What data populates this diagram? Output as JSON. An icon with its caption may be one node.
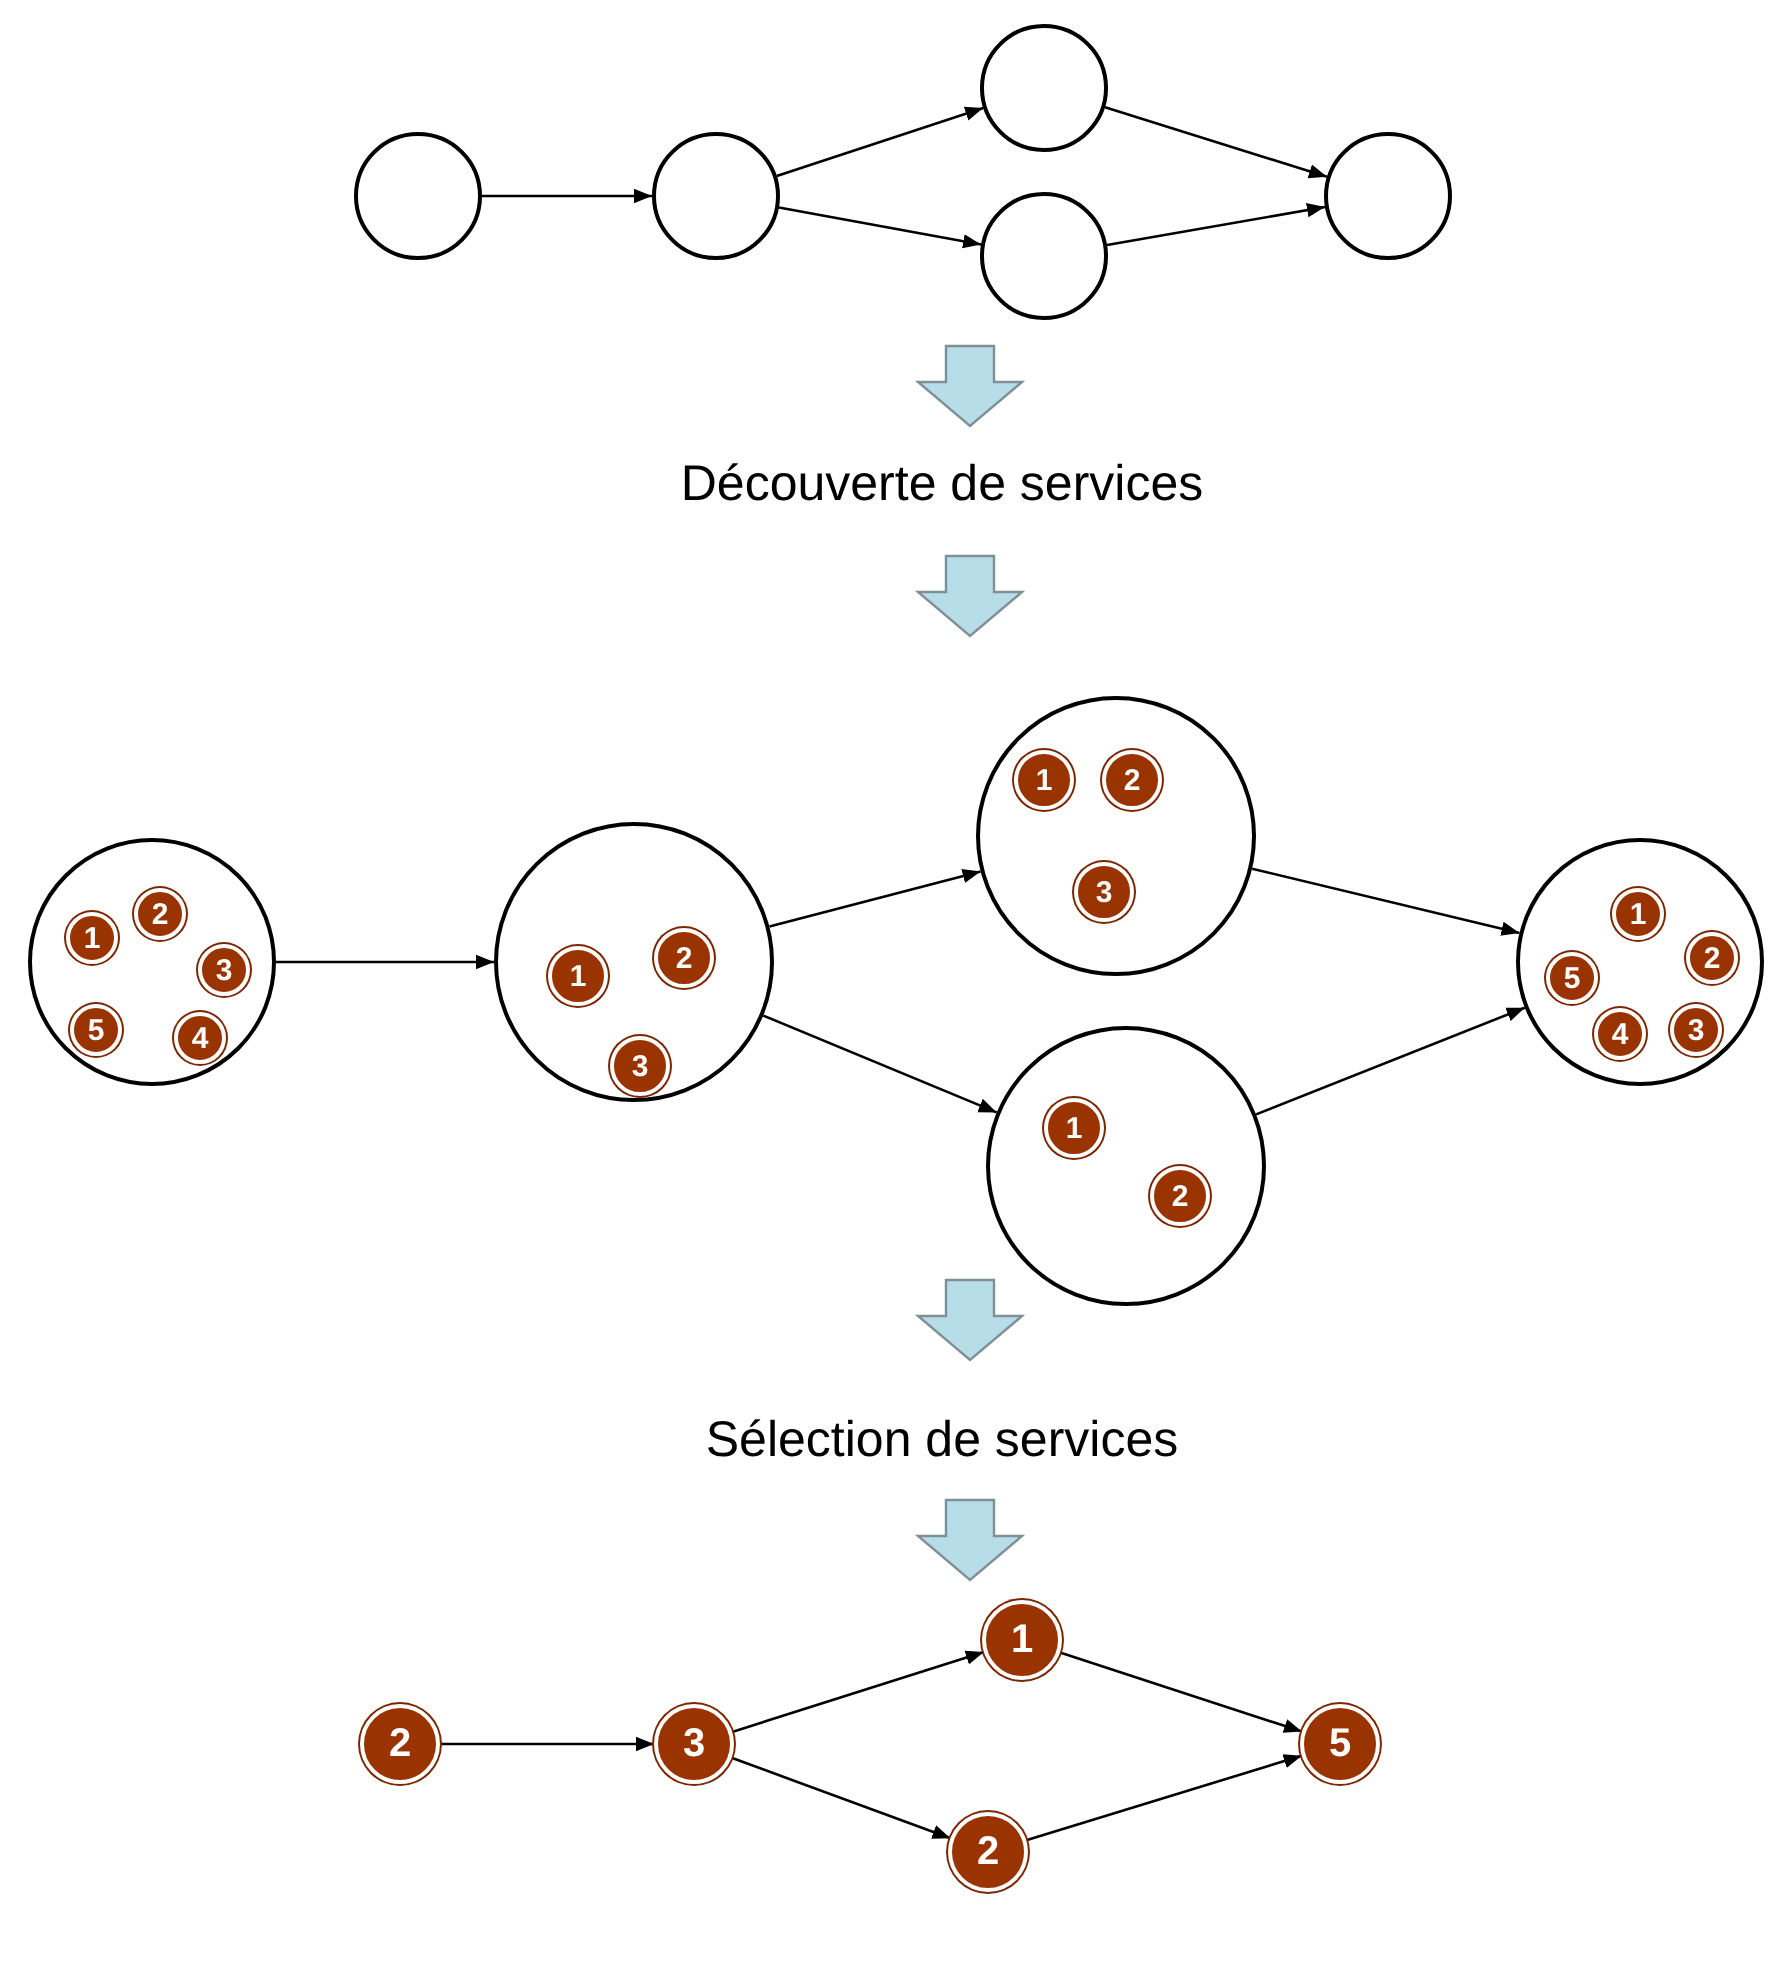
{
  "diagram": {
    "nodes": [
      {
        "text": [],
        "shape": "circle"
      },
      {
        "text": [],
        "shape": "circle"
      },
      {
        "text": [],
        "shape": "circle"
      },
      {
        "text": [],
        "shape": "circle"
      },
      {
        "text": [],
        "shape": "circle"
      },
      {
        "text": [],
        "shape": "circle"
      },
      {
        "text": [
          "2"
        ],
        "in": 5
      },
      {
        "text": [
          "1"
        ],
        "in": 5
      },
      {
        "text": [
          "3"
        ],
        "in": 5
      },
      {
        "text": [
          "5"
        ],
        "in": 5
      },
      {
        "text": [
          "4"
        ],
        "in": 5
      },
      {
        "text": [],
        "shape": "circle"
      },
      {
        "text": [
          "1"
        ],
        "in": 11
      },
      {
        "text": [
          "2"
        ],
        "in": 11
      },
      {
        "text": [
          "3"
        ],
        "in": 11
      },
      {
        "text": [],
        "shape": "circle"
      },
      {
        "text": [
          "1"
        ],
        "in": 15
      },
      {
        "text": [
          "2"
        ],
        "in": 15
      },
      {
        "text": [
          "3"
        ],
        "in": 15
      },
      {
        "text": [],
        "shape": "circle"
      },
      {
        "text": [
          "1"
        ],
        "in": 19
      },
      {
        "text": [
          "2"
        ],
        "in": 19
      },
      {
        "text": [],
        "shape": "circle"
      },
      {
        "text": [
          "1"
        ],
        "in": 22
      },
      {
        "text": [
          "2"
        ],
        "in": 22
      },
      {
        "text": [
          "5"
        ],
        "in": 22
      },
      {
        "text": [
          "4"
        ],
        "in": 22
      },
      {
        "text": [
          "3"
        ],
        "in": 22
      },
      {
        "text": [
          "2"
        ]
      },
      {
        "text": [
          "3"
        ]
      },
      {
        "text": [
          "1"
        ]
      },
      {
        "text": [
          "2"
        ]
      },
      {
        "text": [
          "5"
        ]
      }
    ],
    "edges": [
      {
        "from": 0,
        "to": 1,
        "arrow": "to"
      },
      {
        "from": 1,
        "to": 2,
        "arrow": "to"
      },
      {
        "from": 1,
        "to": 3,
        "arrow": "to"
      },
      {
        "from": 2,
        "to": 4,
        "arrow": "to"
      },
      {
        "from": 3,
        "to": 4,
        "arrow": "to"
      },
      {
        "from": 5,
        "to": 11,
        "arrow": "to"
      },
      {
        "from": 11,
        "to": 15,
        "arrow": "to"
      },
      {
        "from": 11,
        "to": 19,
        "arrow": "to"
      },
      {
        "from": 15,
        "to": 22,
        "arrow": "to"
      },
      {
        "from": 19,
        "to": 22,
        "arrow": "to"
      },
      {
        "from": 28,
        "to": 29,
        "arrow": "to"
      },
      {
        "from": 29,
        "to": 30,
        "arrow": "to"
      },
      {
        "from": 29,
        "to": 31,
        "arrow": "to"
      },
      {
        "from": 30,
        "to": 32,
        "arrow": "to"
      },
      {
        "from": 31,
        "to": 32,
        "arrow": "to"
      }
    ],
    "labels": [
      "Découverte de services",
      "Sélection de services"
    ]
  }
}
